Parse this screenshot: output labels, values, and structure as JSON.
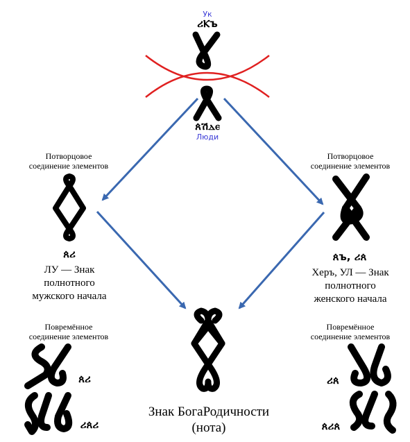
{
  "top": {
    "uk_label": "Ук",
    "uk_runes": "ሪⲔъ",
    "lyudi_runes": "ጰሽⲇⲉ",
    "lyudi_label": "Люди"
  },
  "left": {
    "connection_title_1": "Потворцовое",
    "connection_title_2": "соединение элементов",
    "runes": "ጰሪ",
    "sign_1": "ЛУ — Знак",
    "sign_2": "полнотного",
    "sign_3": "мужского начала"
  },
  "right": {
    "connection_title_1": "Потворцовое",
    "connection_title_2": "соединение элементов",
    "runes": "ጰъ, ሪጰ",
    "sign_1": "Херъ, УЛ — Знак",
    "sign_2": "полнотного",
    "sign_3": "женского начала"
  },
  "bottom_left": {
    "title_1": "Повремённое",
    "title_2": "соединение элементов",
    "runes_a": "ጰሪ",
    "runes_b": "ሪጰሪ"
  },
  "bottom_right": {
    "title_1": "Повремённое",
    "title_2": "соединение элементов",
    "runes_a": "ሪጰ",
    "runes_b": "ጰሪጰ"
  },
  "center": {
    "title_1": "Знак БогаРодичности",
    "title_2": "(нота)"
  },
  "colors": {
    "arcs": "#e02020",
    "arrows": "#3a68b0",
    "glyphs": "#000000",
    "blue_labels": "#3a3ad6"
  }
}
